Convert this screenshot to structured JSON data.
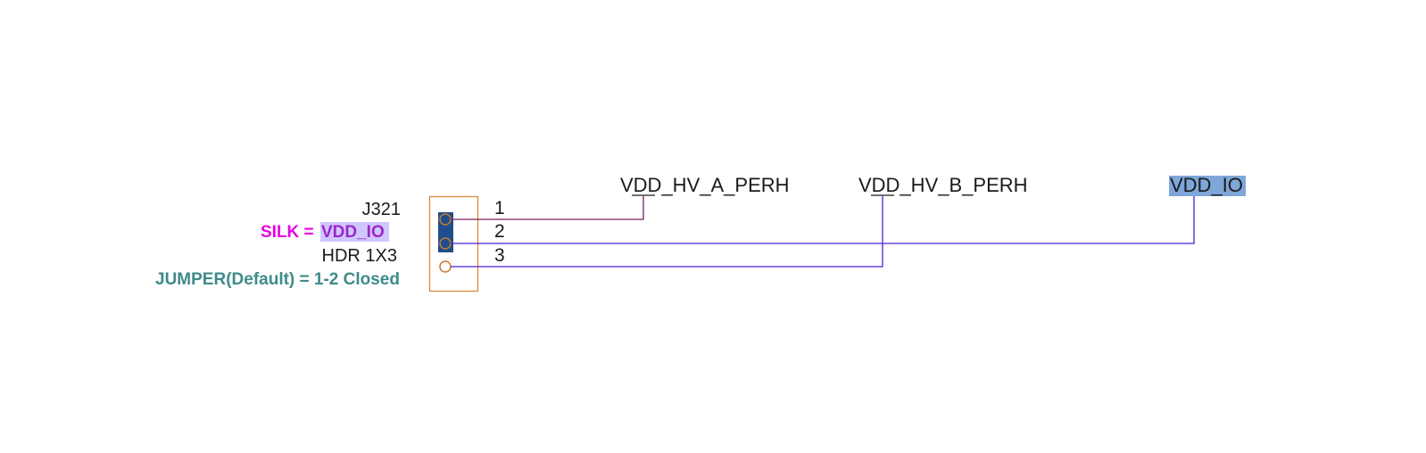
{
  "component": {
    "refdes": "J321",
    "silk_prefix": "SILK = ",
    "silk_value": "VDD_IO",
    "value": "HDR 1X3",
    "jumper_note": "JUMPER(Default) = 1-2 Closed"
  },
  "pins": [
    {
      "number": "1"
    },
    {
      "number": "2"
    },
    {
      "number": "3"
    }
  ],
  "nets": [
    {
      "name": "VDD_HV_A_PERH",
      "pin": "1"
    },
    {
      "name": "VDD_HV_B_PERH",
      "pin": "3"
    },
    {
      "name": "VDD_IO",
      "pin": "2"
    }
  ],
  "colors": {
    "outline": "#d9893a",
    "jumper_fill": "#1f4e8c",
    "pin_circle": "#c87a2e",
    "wire_pin1": "#7a1f5c",
    "wire_other": "#4b1fd6",
    "net_stub": "#1a1a1a",
    "silk_prefix": "#e600e6",
    "silk_value": "#9b27c9",
    "silk_highlight": "#cfc6ff",
    "jumper_note": "#3f8a8a",
    "net_highlight": "#7ea6d8"
  }
}
